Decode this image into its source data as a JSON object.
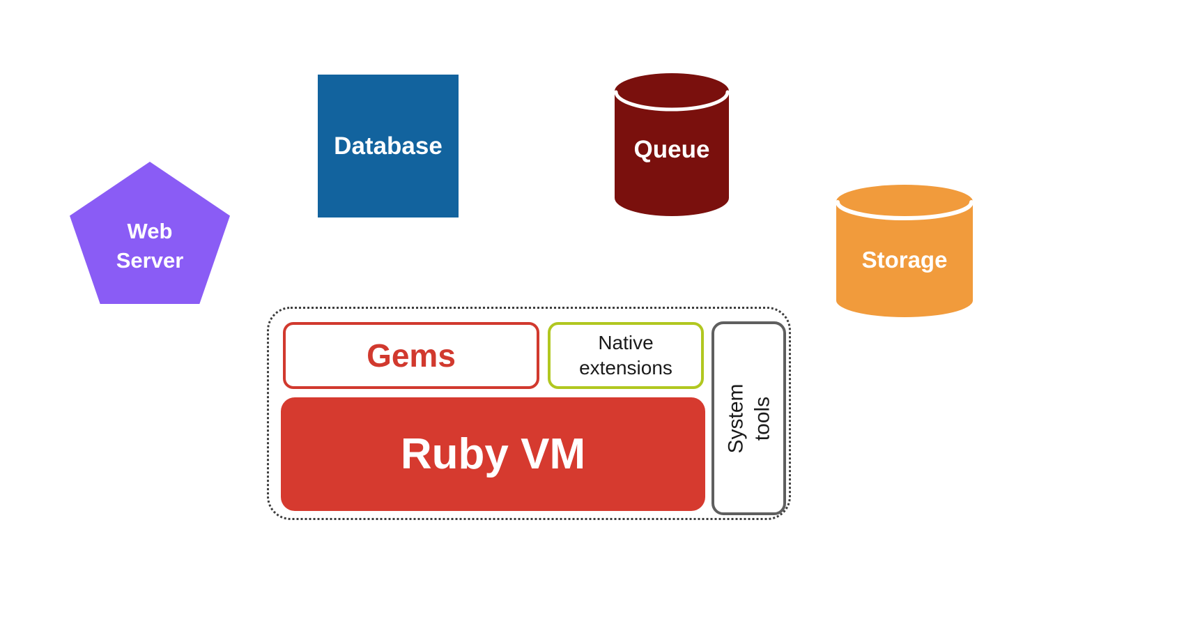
{
  "diagram": {
    "background": "#ffffff",
    "nodes": {
      "web_server": {
        "label": "Web Server",
        "shape": "pentagon",
        "fill": "#8a5cf5",
        "text_color": "#ffffff"
      },
      "database": {
        "label": "Database",
        "shape": "rectangle",
        "fill": "#12639e",
        "text_color": "#ffffff"
      },
      "queue": {
        "label": "Queue",
        "shape": "cylinder",
        "fill": "#7a100d",
        "text_color": "#ffffff"
      },
      "storage": {
        "label": "Storage",
        "shape": "cylinder",
        "fill": "#f19b3c",
        "text_color": "#ffffff"
      },
      "ruby_group": {
        "shape": "dotted-container",
        "border_color": "#3d3d3d",
        "children": {
          "gems": {
            "label": "Gems",
            "fill": "#ffffff",
            "border_color": "#d1392e",
            "text_color": "#d1392e"
          },
          "native_extensions": {
            "label": "Native extensions",
            "fill": "#ffffff",
            "border_color": "#b1c720",
            "text_color": "#1a1a1a"
          },
          "ruby_vm": {
            "label": "Ruby VM",
            "fill": "#d63a2f",
            "text_color": "#ffffff"
          },
          "system_tools": {
            "label": "System tools",
            "fill": "#ffffff",
            "border_color": "#5f5f5f",
            "text_color": "#1a1a1a",
            "text_rotation": "vertical-bottom-to-top"
          }
        }
      }
    }
  }
}
